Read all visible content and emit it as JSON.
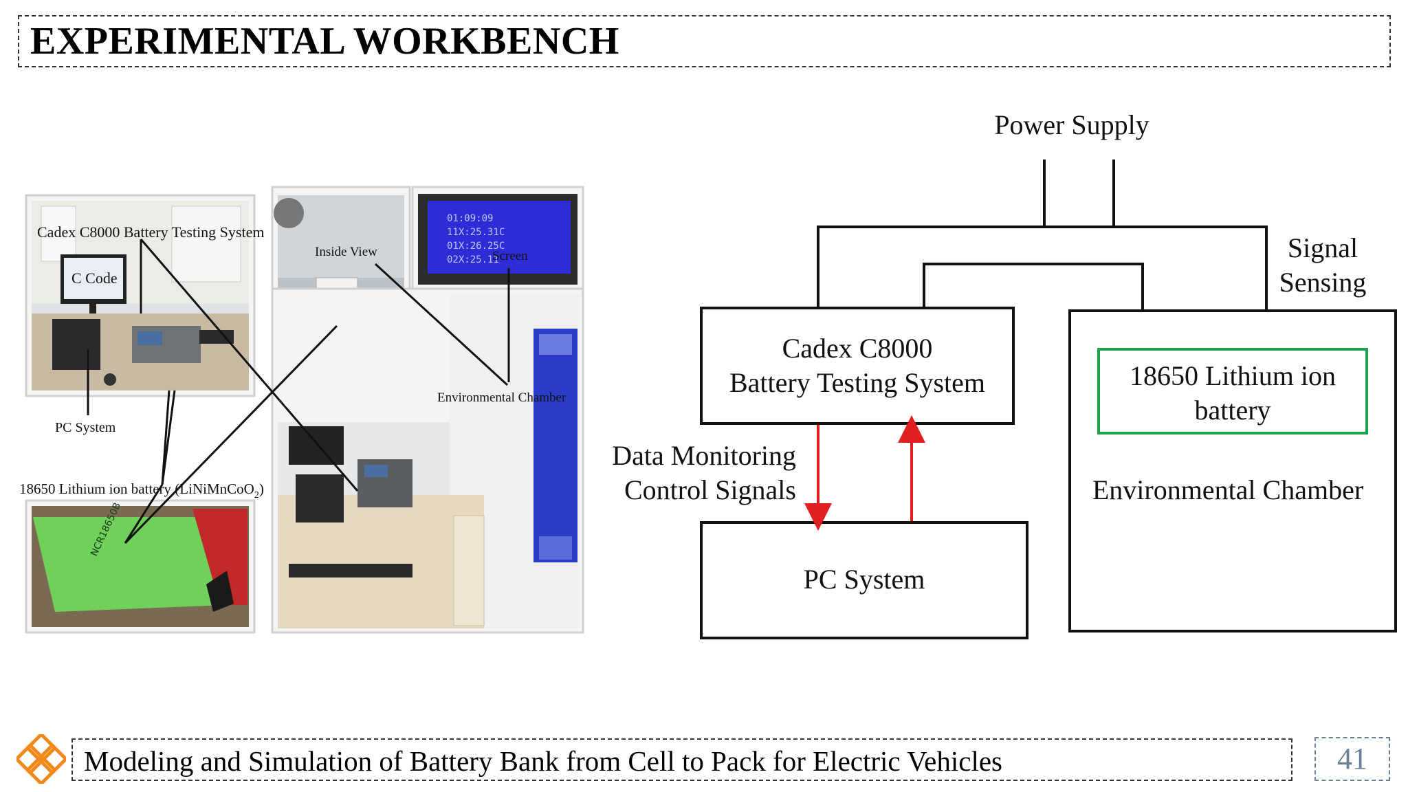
{
  "title": "EXPERIMENTAL WORKBENCH",
  "footer": {
    "text": "Modeling and Simulation of Battery Bank from Cell to Pack for Electric Vehicles",
    "page_number": "41"
  },
  "photo_labels": {
    "cadex": "Cadex C8000 Battery Testing System",
    "c_code": "C Code",
    "pc_system": "PC System",
    "battery": "18650 Lithium ion battery (LiNiMnCoO",
    "battery_sub": "2",
    "battery_close": ")",
    "inside_view": "Inside View",
    "screen": "Screen",
    "env_chamber": "Environmental Chamber",
    "screen_lines": [
      "01:09:09",
      "11X:25.31C",
      "01X:26.25C",
      "02X:25.11"
    ]
  },
  "diagram": {
    "power_supply": "Power Supply",
    "signal_sensing_1": "Signal",
    "signal_sensing_2": "Sensing",
    "cadex_line1": "Cadex C8000",
    "cadex_line2": "Battery Testing System",
    "battery_line1": "18650 Lithium ion",
    "battery_line2": "battery",
    "env_chamber": "Environmental Chamber",
    "data_monitoring": "Data Monitoring",
    "control_signals": "Control Signals",
    "pc_system": "PC System"
  },
  "colors": {
    "arrow": "#e02020",
    "battery_border": "#1aa34a",
    "page_number": "#6a7f95",
    "logo": "#f08a1c"
  }
}
